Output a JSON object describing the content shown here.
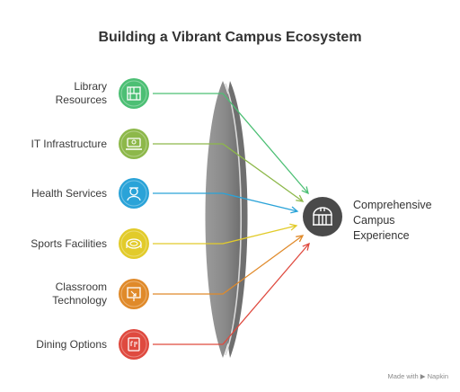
{
  "title": "Building a Vibrant Campus Ecosystem",
  "inputs": [
    {
      "label_lines": [
        "Library",
        "Resources"
      ],
      "icon": "library-icon",
      "color": "#4cbf74"
    },
    {
      "label_lines": [
        "IT Infrastructure"
      ],
      "icon": "laptop-network-icon",
      "color": "#8db84a"
    },
    {
      "label_lines": [
        "Health Services"
      ],
      "icon": "nurse-icon",
      "color": "#2aa3d8"
    },
    {
      "label_lines": [
        "Sports Facilities"
      ],
      "icon": "stadium-icon",
      "color": "#e2cb2a"
    },
    {
      "label_lines": [
        "Classroom",
        "Technology"
      ],
      "icon": "interactive-board-icon",
      "color": "#e08a2a"
    },
    {
      "label_lines": [
        "Dining Options"
      ],
      "icon": "menu-icon",
      "color": "#df4a3f"
    }
  ],
  "output": {
    "label_lines": [
      "Comprehensive",
      "Campus",
      "Experience"
    ],
    "icon": "campus-building-icon",
    "color": "#4a4a4a"
  },
  "lens_color": "#8e8e8e",
  "footer": {
    "prefix": "Made with",
    "brand": "Napkin"
  }
}
